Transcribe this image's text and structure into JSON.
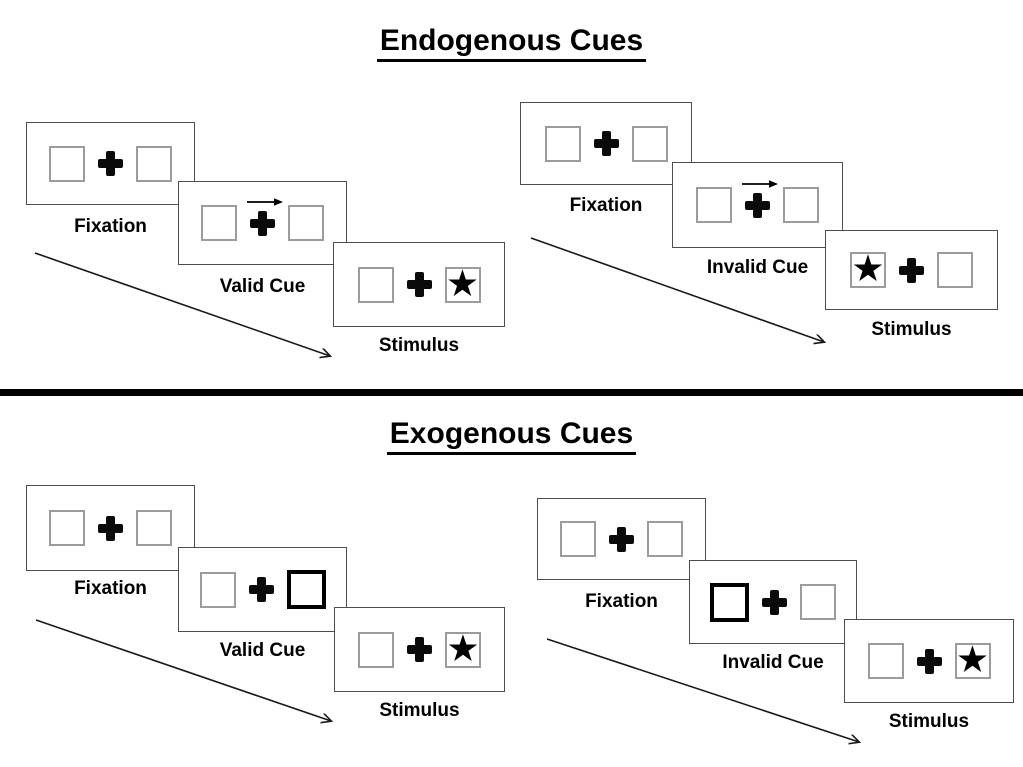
{
  "glyphs": {
    "star": "★"
  },
  "colors": {
    "background": "#ffffff",
    "panel_border": "#4d4d4d",
    "box_border": "#9c9c9c",
    "cue_highlight_border": "#000000",
    "text": "#000000",
    "divider": "#000000"
  },
  "sections": [
    {
      "title": "Endogenous Cues",
      "sequences": [
        {
          "condition": "Valid Cue",
          "cue_style": "central arrow pointing right above fixation cross",
          "target_side": "right",
          "panels": [
            {
              "label": "Fixation",
              "left_box": "empty",
              "right_box": "empty"
            },
            {
              "label": "Valid Cue",
              "cue": "arrow-right",
              "left_box": "empty",
              "right_box": "empty"
            },
            {
              "label": "Stimulus",
              "left_box": "empty",
              "right_box": "star"
            }
          ]
        },
        {
          "condition": "Invalid Cue",
          "cue_style": "central arrow pointing right above fixation cross",
          "target_side": "left",
          "panels": [
            {
              "label": "Fixation",
              "left_box": "empty",
              "right_box": "empty"
            },
            {
              "label": "Invalid Cue",
              "cue": "arrow-right",
              "left_box": "empty",
              "right_box": "empty"
            },
            {
              "label": "Stimulus",
              "left_box": "star",
              "right_box": "empty"
            }
          ]
        }
      ]
    },
    {
      "title": "Exogenous Cues",
      "sequences": [
        {
          "condition": "Valid Cue",
          "cue_style": "peripheral box brightening (thick black outline)",
          "target_side": "right",
          "panels": [
            {
              "label": "Fixation",
              "left_box": "empty",
              "right_box": "empty"
            },
            {
              "label": "Valid Cue",
              "left_box": "empty",
              "right_box": "highlighted"
            },
            {
              "label": "Stimulus",
              "left_box": "empty",
              "right_box": "star"
            }
          ]
        },
        {
          "condition": "Invalid Cue",
          "cue_style": "peripheral box brightening (thick black outline)",
          "target_side": "right",
          "panels": [
            {
              "label": "Fixation",
              "left_box": "empty",
              "right_box": "empty"
            },
            {
              "label": "Invalid Cue",
              "left_box": "highlighted",
              "right_box": "empty"
            },
            {
              "label": "Stimulus",
              "left_box": "empty",
              "right_box": "star"
            }
          ]
        }
      ]
    }
  ]
}
